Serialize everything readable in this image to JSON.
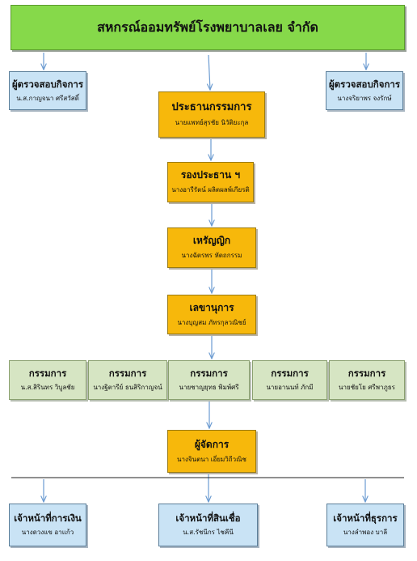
{
  "title": "สหกรณ์ออมทรัพย์โรงพยาบาลเลย  จำกัด",
  "auditors": [
    {
      "role": "ผู้ตรวจสอบกิจการ",
      "name": "น.ส.กาญจนา ศรีสวัสดิ์"
    },
    {
      "role": "ผู้ตรวจสอบกิจการ",
      "name": "นางจริยาพร จงรักษ์"
    }
  ],
  "chain": [
    {
      "role": "ประธานกรรมการ",
      "name": "นายแพทย์สุรชัย  นิวัติยะกุล"
    },
    {
      "role": "รองประธาน ฯ",
      "name": "นางอารีรัตน์ ผลิตผลพ์เกียรติ"
    },
    {
      "role": "เหรัญญิก",
      "name": "นางฉัตรพร หัตถกรรม"
    },
    {
      "role": "เลขานุการ",
      "name": "นางบุญสม ภัทรกุลวณิชย์"
    }
  ],
  "committee": [
    {
      "role": "กรรมการ",
      "name": "น.ส.สิรินทร วิบูลชัย"
    },
    {
      "role": "กรรมการ",
      "name": "นางฐิตารีย์ ธนสิริกาญจน์"
    },
    {
      "role": "กรรมการ",
      "name": "นายชาญยุทธ พิมพ์ศรี"
    },
    {
      "role": "กรรมการ",
      "name": "นายอานนท์ ภักมี"
    },
    {
      "role": "กรรมการ",
      "name": "นายชัยโย ศรีพาภูธร"
    }
  ],
  "manager": {
    "role": "ผู้จัดการ",
    "name": "นางจินตนา  เอี่ยมวิถีวณิช"
  },
  "staff": [
    {
      "role": "เจ้าหน้าที่การเงิน",
      "name": "นางดวงแข  อาแก้ว"
    },
    {
      "role": "เจ้าหน้าที่สินเชื่อ",
      "name": "น.ส.รัชนีกร ไชคีนี"
    },
    {
      "role": "เจ้าหน้าที่ธุรการ",
      "name": "นางลำพอง  บาลี"
    }
  ],
  "colors": {
    "title": "#86d94a",
    "auditor": "#c9e3f5",
    "executive": "#f7b80b",
    "committee": "#d6e5c3",
    "connector": "#6b9bd1"
  }
}
